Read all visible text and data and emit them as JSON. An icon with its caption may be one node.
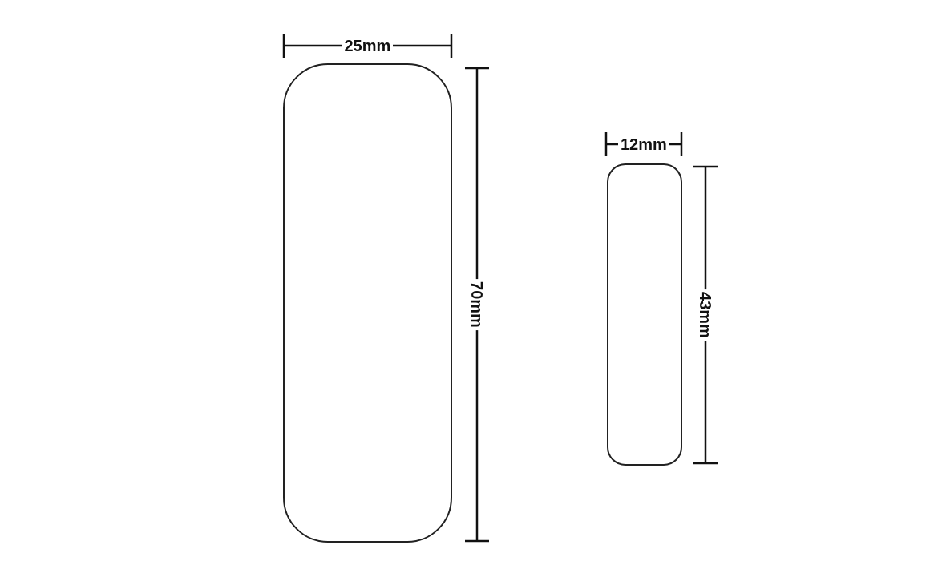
{
  "diagram": {
    "nodes": [
      {
        "text": [],
        "shape": "box"
      },
      {
        "text": [],
        "shape": "box"
      }
    ],
    "labels": [
      "25mm",
      "70mm",
      "12mm",
      "43mm"
    ]
  }
}
